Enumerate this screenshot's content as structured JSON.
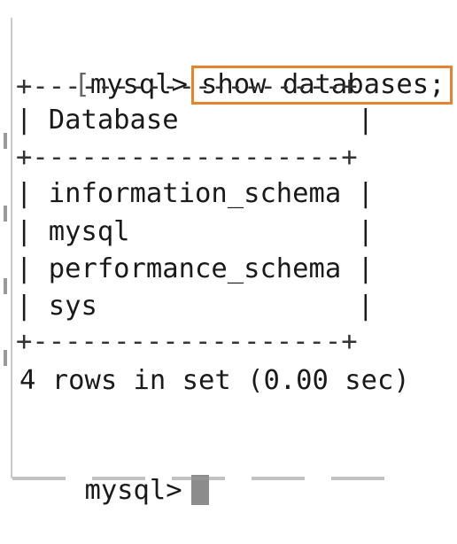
{
  "session": {
    "prompt": "mysql>",
    "prompt_leading_char": "[",
    "command": "show databases;"
  },
  "table": {
    "border": "+-------------------+",
    "header": "| Database           |",
    "rows": [
      "| information_schema |",
      "| mysql              |",
      "| performance_schema |",
      "| sys                |"
    ]
  },
  "result_summary": "4 rows in set (0.00 sec)",
  "next_prompt": "mysql>",
  "colors": {
    "highlight": "#e8822f",
    "cursor": "#8c8c8c"
  }
}
